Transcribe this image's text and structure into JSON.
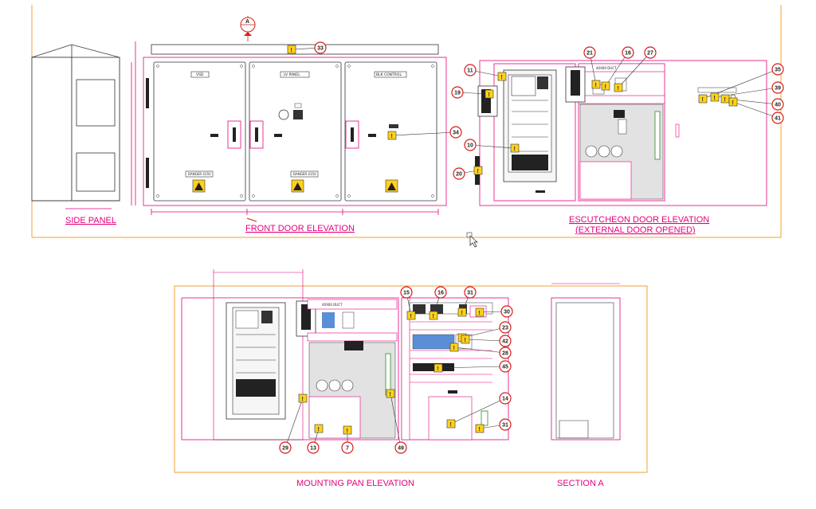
{
  "captions": {
    "side_panel": "SIDE PANEL",
    "front_door": "FRONT DOOR ELEVATION",
    "escutcheon_1": "ESCUTCHEON DOOR ELEVATION",
    "escutcheon_2": "(EXTERNAL DOOR OPENED)",
    "mounting_pan": "MOUNTING PAN ELEVATION",
    "section_a": "SECTION A"
  },
  "section_marker": "A",
  "door_labels": {
    "vsd": "VSD",
    "lv_panel": "LV PANEL",
    "blk_control": "BLK CONTROL"
  },
  "danger_labels": {
    "left": "DANGER 415V",
    "middle": "DANGER 415V"
  },
  "duct_label": "40X60 DUCT",
  "callouts": {
    "front": [
      "33",
      "34"
    ],
    "escutcheon": [
      "11",
      "19",
      "10",
      "20",
      "21",
      "16",
      "27",
      "35",
      "39",
      "40",
      "41"
    ],
    "mounting": [
      "15",
      "16",
      "31",
      "30",
      "23",
      "42",
      "28",
      "45",
      "14",
      "31",
      "29",
      "13",
      "7",
      "49"
    ]
  },
  "colors": {
    "outline": "#e6007e",
    "frame": "#f0a030",
    "tag": "#ffd21a",
    "callout_ring": "#d81b1b",
    "fill_grey": "#e2e2e2",
    "ink": "#333333"
  }
}
